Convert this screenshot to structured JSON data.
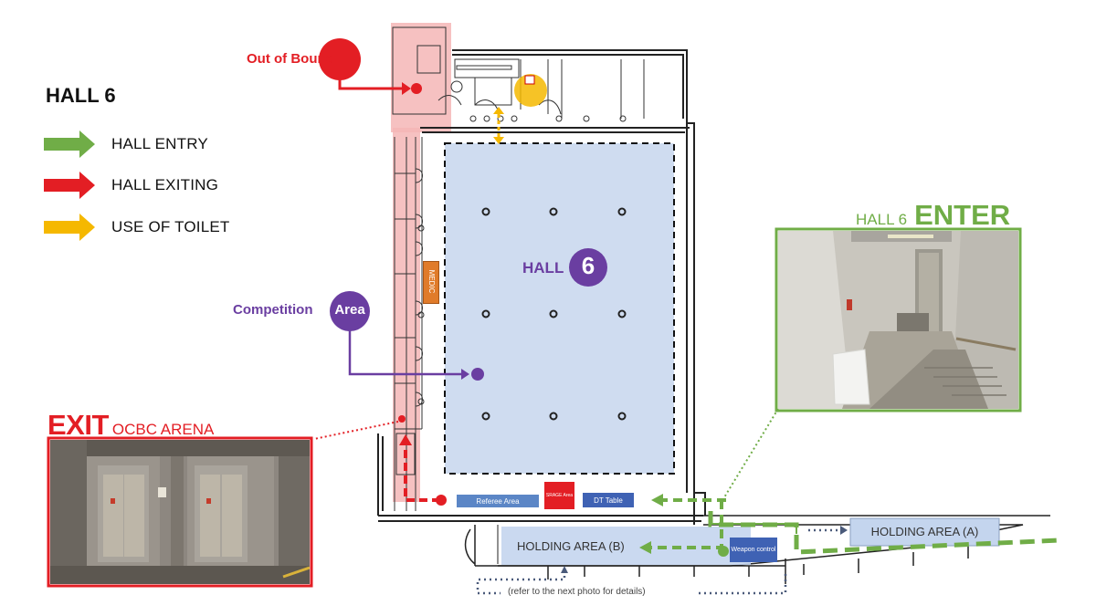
{
  "legend": {
    "title": "HALL 6",
    "items": [
      {
        "label": "HALL ENTRY",
        "color": "#70ad47",
        "icon": "arrow-right-icon"
      },
      {
        "label": "HALL EXITING",
        "color": "#e31e24",
        "icon": "arrow-right-icon"
      },
      {
        "label": "USE OF TOILET",
        "color": "#f5b800",
        "icon": "arrow-right-icon"
      }
    ]
  },
  "callouts": {
    "out_of_bound": "Out of Bound",
    "competition": "Competition",
    "competition_circle": "Area",
    "hall_word": "HALL",
    "hall_number": "6"
  },
  "exit": {
    "big": "EXIT",
    "small": "OCBC ARENA"
  },
  "enter": {
    "small": "HALL 6",
    "big": "ENTER"
  },
  "rooms": {
    "medic": "MEDIC",
    "referee": "Referee Area",
    "dt_table": "DT Table",
    "red_box": "SRAGE Area",
    "weapon": "Weapon control",
    "holding_a": "HOLDING AREA (A)",
    "holding_b": "HOLDING AREA (B)",
    "refer_note": "(refer to the next photo for details)"
  },
  "colors": {
    "entry": "#70ad47",
    "exit": "#e31e24",
    "toilet": "#f5b800",
    "purple": "#6a3ea1",
    "competition_fill": "#cfdcf0",
    "out_of_bound_fill": "#f4b6b6"
  }
}
